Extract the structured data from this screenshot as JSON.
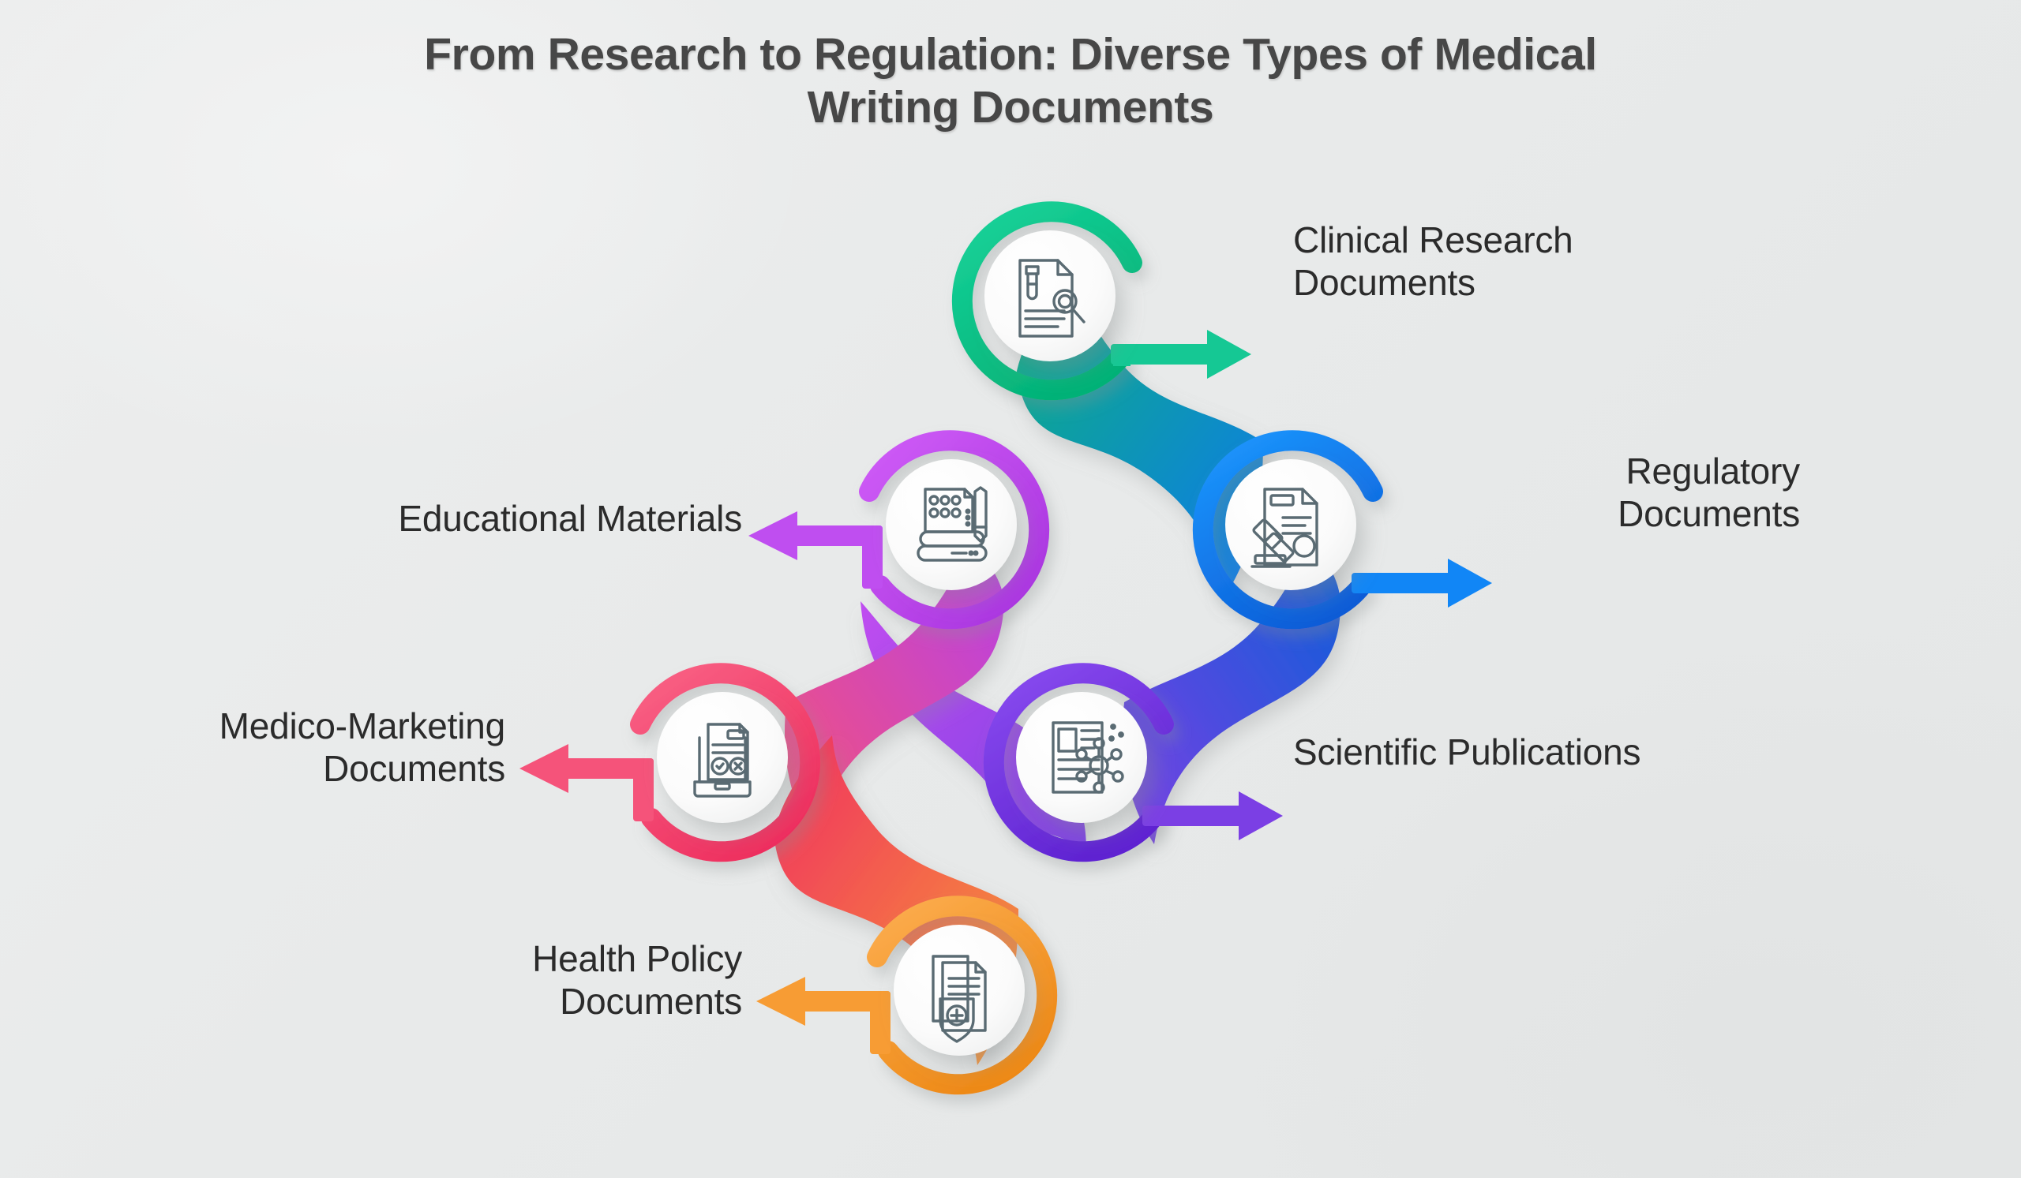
{
  "title": "From Research to Regulation: Diverse Types of Medical Writing Documents",
  "background_color": "#e9ebeb",
  "title_color": "#474747",
  "label_color": "#2b2b2b",
  "diagram": {
    "type": "process-flow-chain",
    "node_count": 6,
    "nodes": [
      {
        "id": "clinical-research",
        "label": "Clinical Research\nDocuments",
        "icon": "document-test-tube-magnifier-icon",
        "color": "#12c88f",
        "color_dark": "#04b277",
        "arrow_direction": "right",
        "label_side": "right",
        "order": 1
      },
      {
        "id": "regulatory",
        "label": "Regulatory\nDocuments",
        "icon": "document-gavel-icon",
        "color": "#1789f7",
        "color_dark": "#0a5ad6",
        "arrow_direction": "right",
        "label_side": "right",
        "order": 2
      },
      {
        "id": "scientific-publications",
        "label": "Scientific Publications",
        "icon": "article-molecule-network-icon",
        "color": "#7b3fe4",
        "color_dark": "#6326d6",
        "arrow_direction": "right",
        "label_side": "right",
        "order": 3
      },
      {
        "id": "educational-materials",
        "label": "Educational Materials",
        "icon": "books-pencil-icon",
        "color": "#c04ef0",
        "color_dark": "#a732de",
        "arrow_direction": "left",
        "label_side": "left",
        "order": 4
      },
      {
        "id": "medico-marketing",
        "label": "Medico-Marketing\nDocuments",
        "icon": "laptop-document-icon",
        "color": "#f5537a",
        "color_dark": "#e8days",
        "arrow_direction": "left",
        "label_side": "left",
        "order": 5
      },
      {
        "id": "health-policy",
        "label": "Health Policy\nDocuments",
        "icon": "documents-medical-shield-icon",
        "color": "#f79c34",
        "color_dark": "#ef8a1c",
        "arrow_direction": "left",
        "label_side": "left",
        "order": 6
      }
    ],
    "connections": [
      {
        "from": "clinical-research",
        "to": "regulatory",
        "from_color": "#06b27d",
        "to_color": "#1078ef"
      },
      {
        "from": "regulatory",
        "to": "scientific-publications",
        "from_color": "#0a5fd8",
        "to_color": "#7b3fe4"
      },
      {
        "from": "scientific-publications",
        "to": "educational-materials",
        "from_color": "#7b3fe4",
        "to_color": "#c04ef0"
      },
      {
        "from": "educational-materials",
        "to": "medico-marketing",
        "from_color": "#b63fe8",
        "to_color": "#f5537a"
      },
      {
        "from": "medico-marketing",
        "to": "health-policy",
        "from_color": "#f02f62",
        "to_color": "#f79c34"
      }
    ]
  }
}
